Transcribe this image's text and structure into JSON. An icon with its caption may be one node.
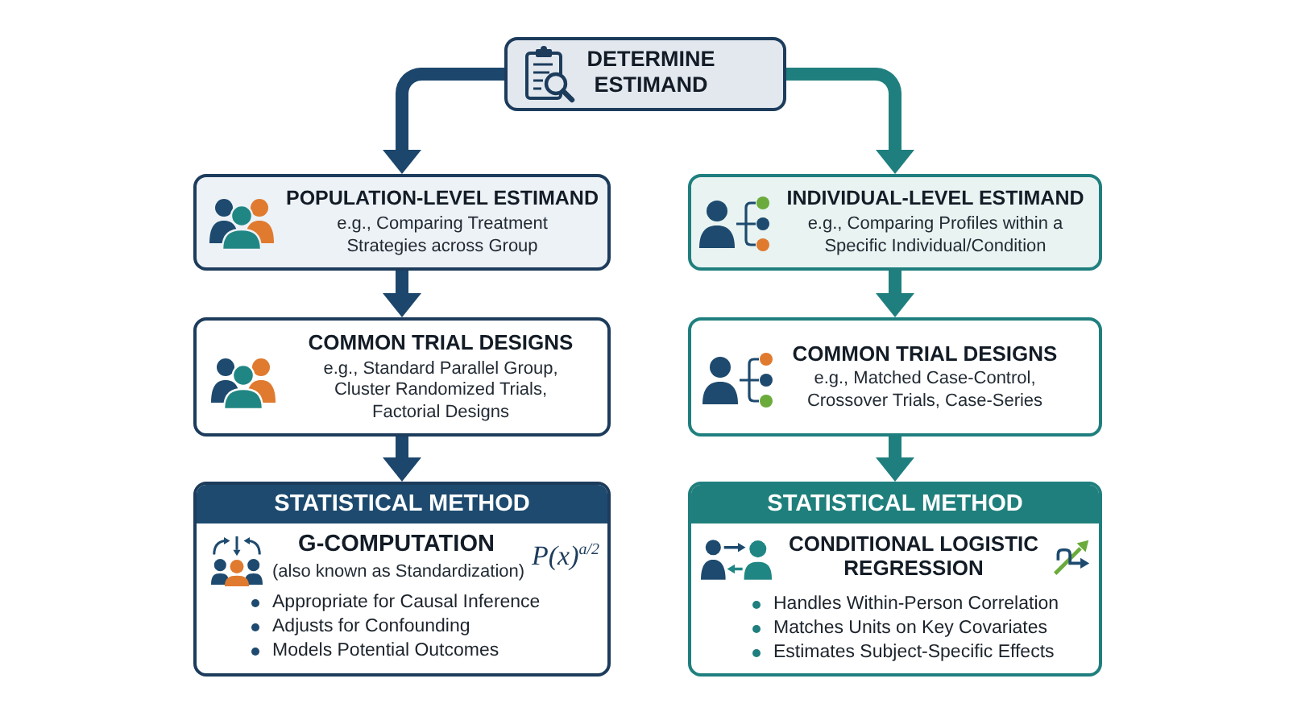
{
  "diagram": {
    "nodes": [
      {
        "text": [
          "DETERMINE ESTIMAND"
        ]
      },
      {
        "text": [
          "POPULATION-LEVEL ESTIMAND",
          "e.g., Comparing Treatment Strategies across Group"
        ]
      },
      {
        "text": [
          "INDIVIDUAL-LEVEL ESTIMAND",
          "e.g., Comparing Profiles within a Specific Individual/Condition"
        ]
      },
      {
        "text": [
          "COMMON TRIAL DESIGNS",
          "e.g., Standard Parallel Group, Cluster Randomized Trials, Factorial Designs"
        ]
      },
      {
        "text": [
          "COMMON TRIAL DESIGNS",
          "e.g., Matched Case-Control, Crossover Trials, Case-Series"
        ]
      },
      {
        "text": [
          "STATISTICAL METHOD",
          "G-COMPUTATION",
          "(also known as Standardization)",
          "P(x)$^{a/2}$",
          "Appropriate for Causal Inference",
          "Adjusts for Confounding",
          "Models Potential Outcomes"
        ]
      },
      {
        "text": [
          "STATISTICAL METHOD",
          "CONDITIONAL LOGISTIC REGRESSION",
          "Handles Within-Person Correlation",
          "Matches Units on Key Covariates",
          "Estimates Subject-Specific Effects"
        ]
      }
    ],
    "edges": [
      {
        "from": 0,
        "to": 1,
        "arrow": "to",
        "color": "#1c466c"
      },
      {
        "from": 0,
        "to": 2,
        "arrow": "to",
        "color": "#1f7f7e"
      },
      {
        "from": 1,
        "to": 3,
        "arrow": "to",
        "color": "#1c466c"
      },
      {
        "from": 2,
        "to": 4,
        "arrow": "to",
        "color": "#1f7f7e"
      },
      {
        "from": 3,
        "to": 5,
        "arrow": "to",
        "color": "#1c466c"
      },
      {
        "from": 4,
        "to": 6,
        "arrow": "to",
        "color": "#1f7f7e"
      }
    ]
  }
}
